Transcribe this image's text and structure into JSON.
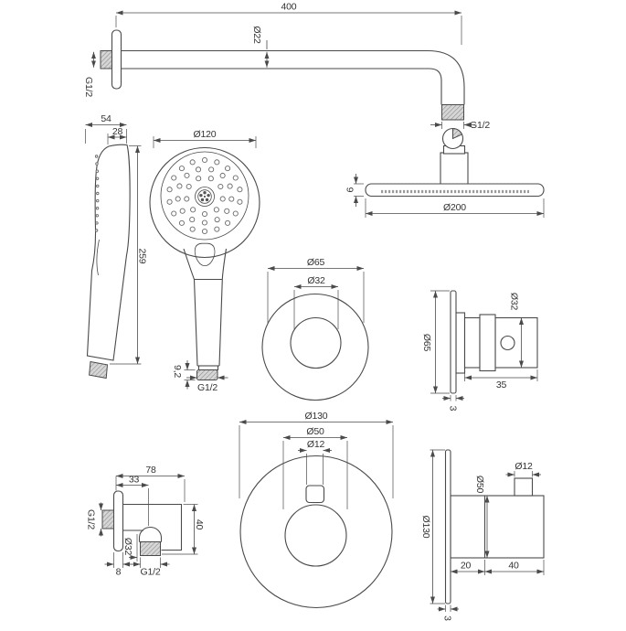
{
  "colors": {
    "line": "#4a4a4a",
    "text": "#333333",
    "bg": "#ffffff"
  },
  "views": {
    "ceiling_arm": {
      "length": "400",
      "tube_diameter": "Ø22",
      "wall_thread": "G1/2",
      "head_thread": "G1/2",
      "head_height": "9",
      "head_diameter": "Ø200"
    },
    "hand_shower_side": {
      "depth": "54",
      "head_depth": "28",
      "length": "259"
    },
    "hand_shower_front": {
      "diameter": "Ø120",
      "thread_length": "9,2",
      "thread": "G1/2"
    },
    "escutcheon_front": {
      "outer_diameter": "Ø65",
      "inner_diameter": "Ø32"
    },
    "stop_valve_side": {
      "plate_diameter": "Ø65",
      "body_diameter": "Ø32",
      "depth": "35",
      "plate_thickness": "3"
    },
    "wall_outlet": {
      "width": "78",
      "axis_offset": "33",
      "inlet_thread": "G1/2",
      "body_diameter": "Ø32",
      "height": "40",
      "flange_thickness": "8",
      "outlet_thread": "G1/2"
    },
    "thermostat_front": {
      "plate_diameter": "Ø130",
      "knob_diameter": "Ø50",
      "pin_diameter": "Ø12"
    },
    "thermostat_side": {
      "plate_diameter": "Ø130",
      "knob_diameter": "Ø50",
      "pin_diameter": "Ø12",
      "depth_inner": "20",
      "depth_outer": "40",
      "plate_thickness": "3"
    }
  }
}
